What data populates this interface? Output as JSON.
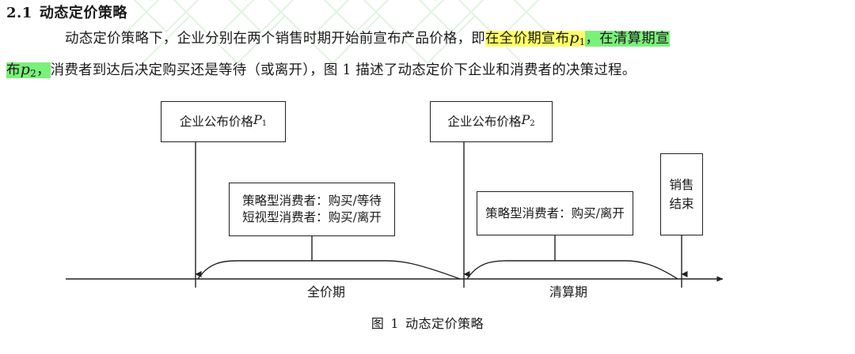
{
  "document": {
    "heading": {
      "number": "2.1",
      "title": "动态定价策略"
    },
    "paragraph": {
      "line1": {
        "plain_before": "动态定价策略下，企业分别在两个销售时期开始前宣布产品价格，即",
        "highlight_yellow_text": "在全价期宣布",
        "highlight_yellow_var": "p",
        "highlight_yellow_var_sub": "1",
        "highlight_green_text": "，在清算期宣"
      },
      "line2": {
        "highlight_green_text": "布",
        "highlight_green_var": "p",
        "highlight_green_var_sub": "2",
        "highlight_green_comma": "，",
        "plain_after": "消费者到达后决定购买还是等待（或离开），图  1  描述了动态定价下企业和消费者的决策过程。"
      }
    },
    "colors": {
      "highlight_yellow": "#ffff66",
      "highlight_green": "#7bf07b",
      "line": "#222222",
      "text": "#1a1a1a",
      "watermark": "#cdeccd"
    }
  },
  "figure": {
    "caption": {
      "prefix": "图",
      "number": "1",
      "title": "动态定价策略"
    },
    "boxes": {
      "price_1": "企业公布价格 ",
      "price_1_var": "P",
      "price_1_sub": "1",
      "price_2": "企业公布价格 ",
      "price_2_var": "P",
      "price_2_sub": "2",
      "segment_1": "策略型消费者：购买/等待\n短视型消费者：购买/离开",
      "segment_2": "策略型消费者：购买/离开",
      "sales_end": "销售\n结束"
    },
    "axis": {
      "period_1_label": "全价期",
      "period_2_label": "清算期"
    }
  }
}
